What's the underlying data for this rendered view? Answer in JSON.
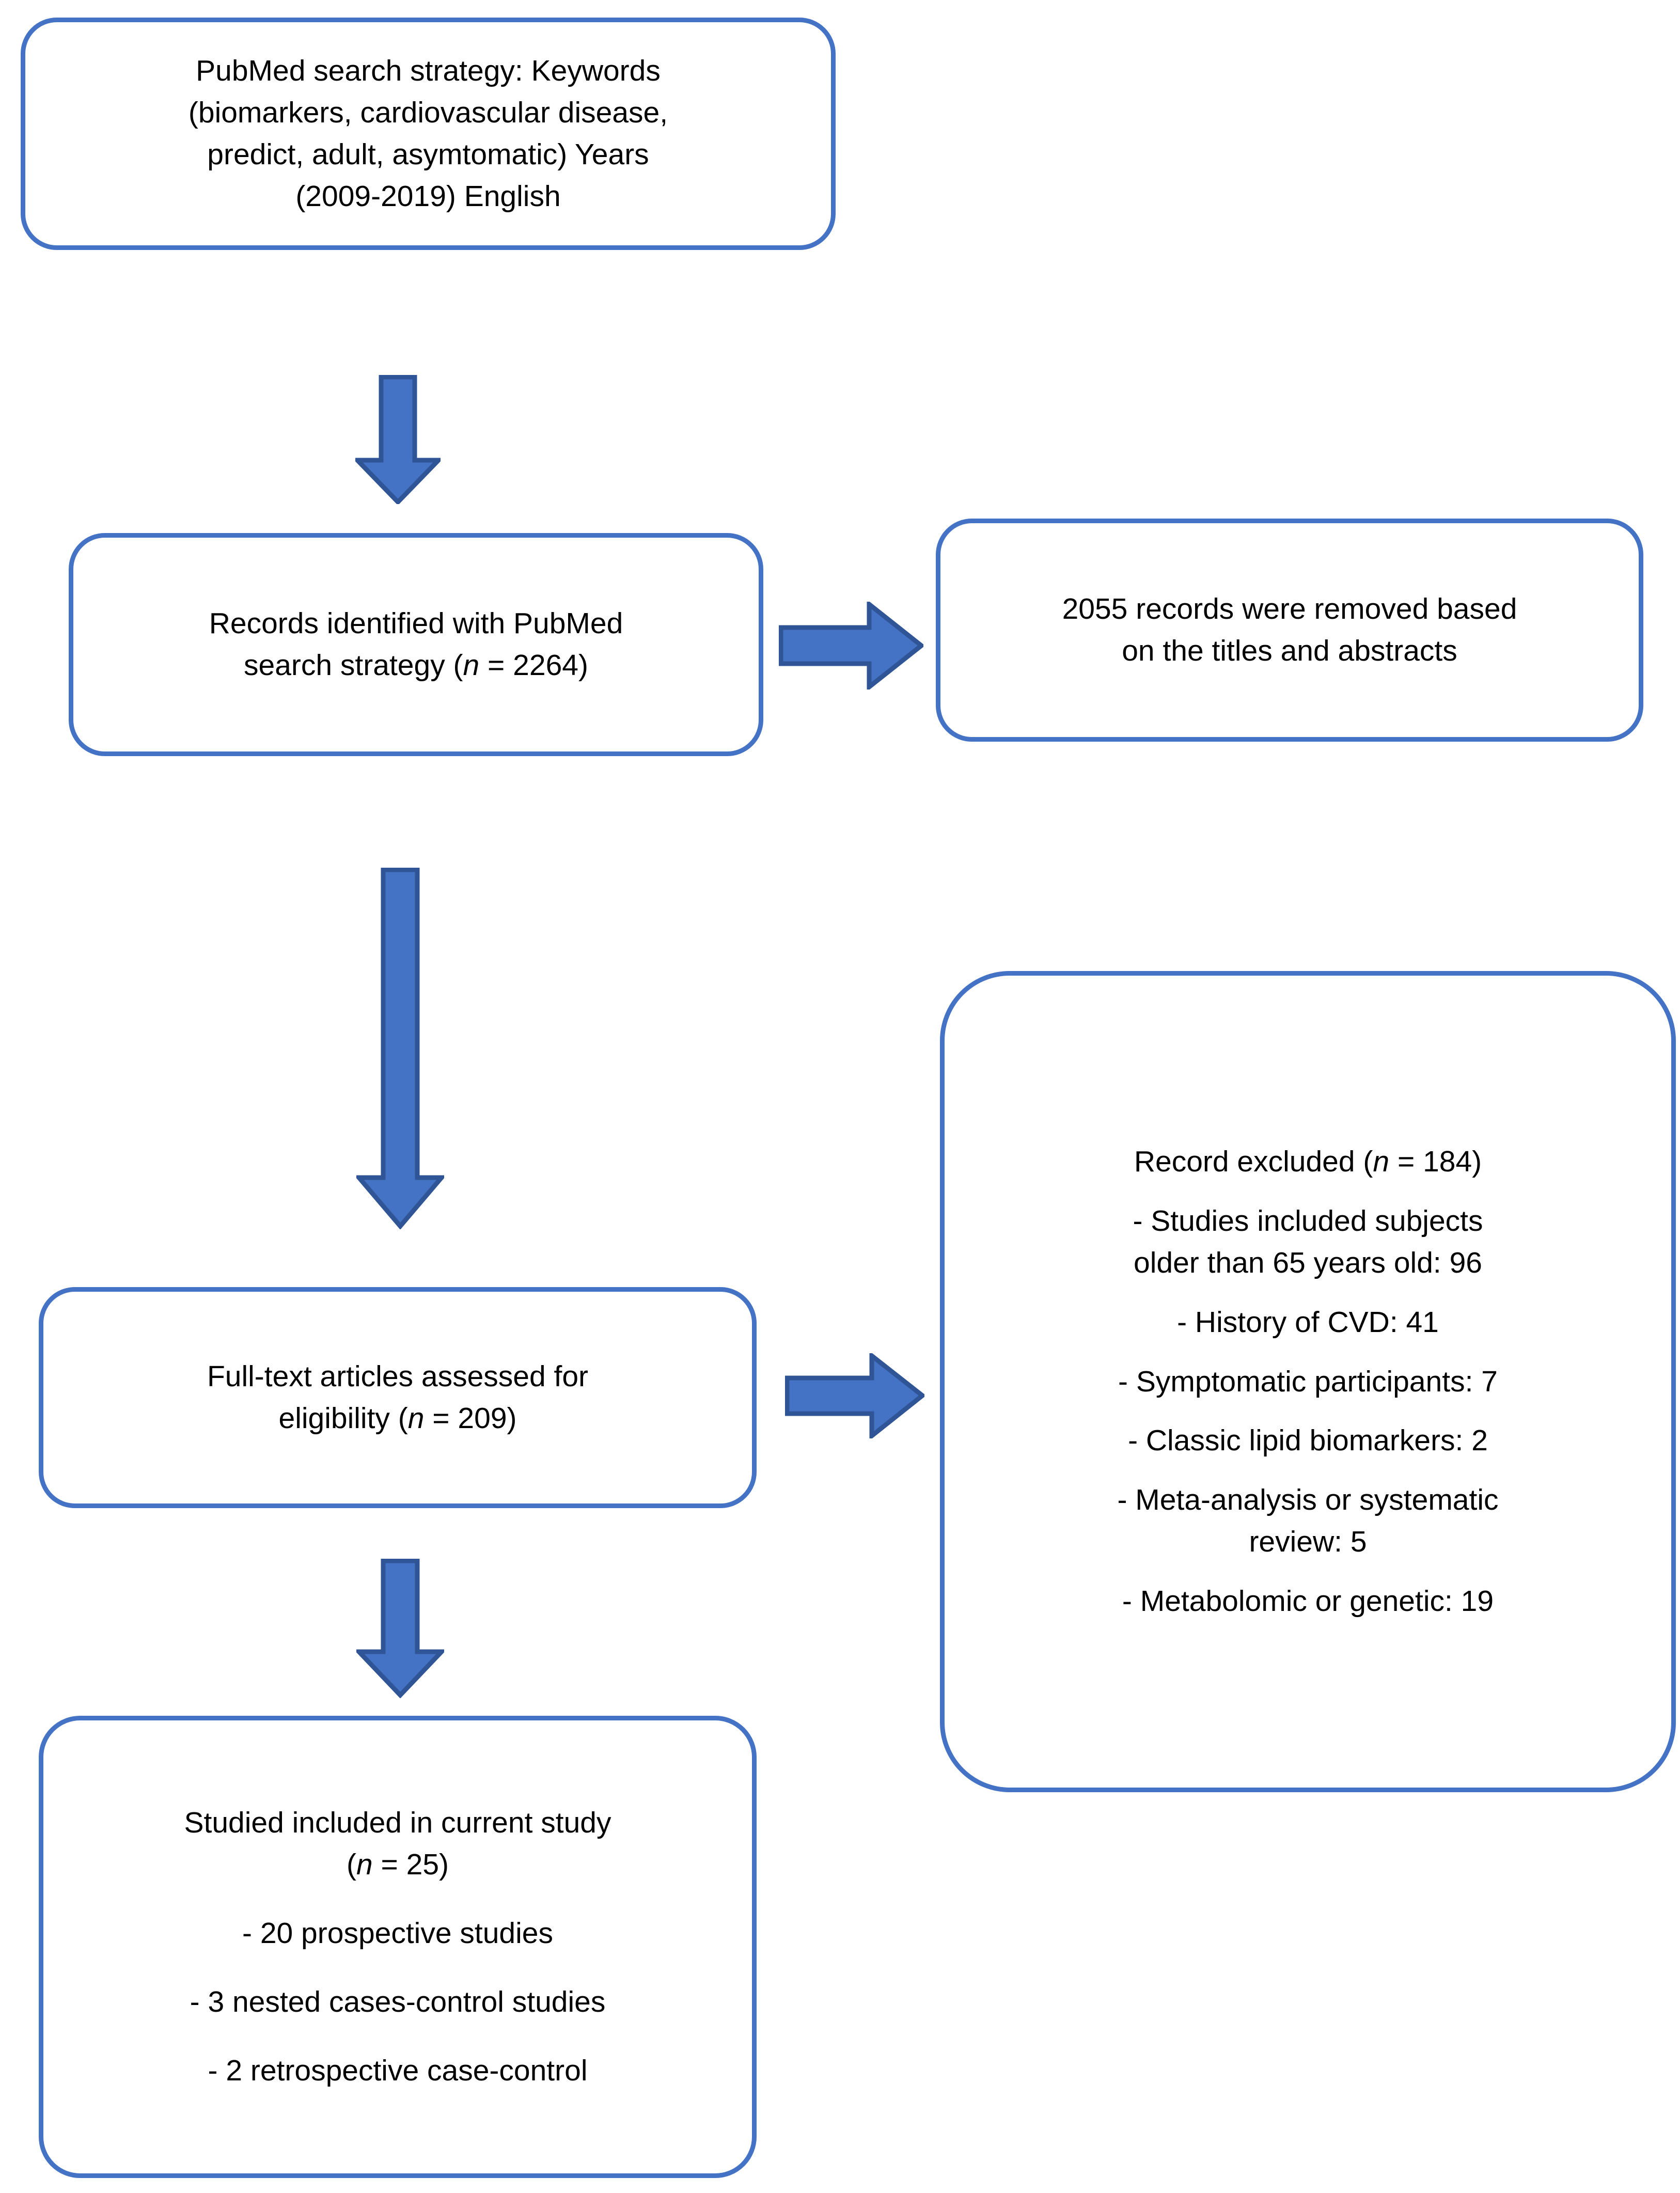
{
  "diagram": {
    "title": "PRISMA study selection flow diagram",
    "colors": {
      "box_border": "#4472C4",
      "box_fill": "#FFFFFF",
      "arrow_fill": "#4472C4",
      "arrow_stroke": "#2F5597",
      "text": "#000000"
    }
  },
  "nodes": {
    "search_strategy": {
      "name": "PubMed search strategy box",
      "lines": [
        "PubMed search strategy: Keywords",
        "(biomarkers, cardiovascular disease,",
        "predict, adult, asymtomatic) Years",
        "(2009-2019) English"
      ]
    },
    "records_identified": {
      "name": "Records identified box",
      "lines": [
        "Records identified with PubMed",
        "search strategy (n = 2264)"
      ],
      "count_label": "n = 2264",
      "count": 2264
    },
    "records_removed": {
      "name": "Records removed box",
      "lines": [
        "2055 records were removed based",
        "on the titles and abstracts"
      ],
      "count": 2055
    },
    "fulltext_assessed": {
      "name": "Full-text articles assessed box",
      "lines": [
        "Full-text articles assessed for",
        "eligibility (n = 209)"
      ],
      "count_label": "n = 209",
      "count": 209
    },
    "records_excluded": {
      "name": "Records excluded box",
      "header": "Record excluded (n = 184)",
      "count": 184,
      "reasons": [
        {
          "lines": [
            "- Studies included subjects",
            "older than 65 years old: 96"
          ],
          "value": 96
        },
        {
          "lines": [
            "- History of CVD: 41"
          ],
          "value": 41
        },
        {
          "lines": [
            "- Symptomatic participants: 7"
          ],
          "value": 7
        },
        {
          "lines": [
            "- Classic lipid biomarkers: 2"
          ],
          "value": 2
        },
        {
          "lines": [
            "- Meta-analysis or systematic",
            "review: 5"
          ],
          "value": 5
        },
        {
          "lines": [
            "- Metabolomic or genetic: 19"
          ],
          "value": 19
        }
      ]
    },
    "studies_included": {
      "name": "Studies included box",
      "header_lines": [
        "Studied included in current study",
        "(n = 25)"
      ],
      "count": 25,
      "items": [
        "- 20 prospective studies",
        "- 3 nested cases-control studies",
        "- 2 retrospective case-control"
      ]
    }
  },
  "arrows": {
    "search_to_records": {
      "name": "down arrow from search strategy to records identified",
      "direction": "down"
    },
    "records_to_removed": {
      "name": "right arrow from records identified to records removed",
      "direction": "right"
    },
    "records_to_fulltext": {
      "name": "long down arrow from records identified to full-text assessed",
      "direction": "down"
    },
    "fulltext_to_excluded": {
      "name": "right arrow from full-text assessed to records excluded",
      "direction": "right"
    },
    "fulltext_to_included": {
      "name": "down arrow from full-text assessed to studies included",
      "direction": "down"
    }
  }
}
